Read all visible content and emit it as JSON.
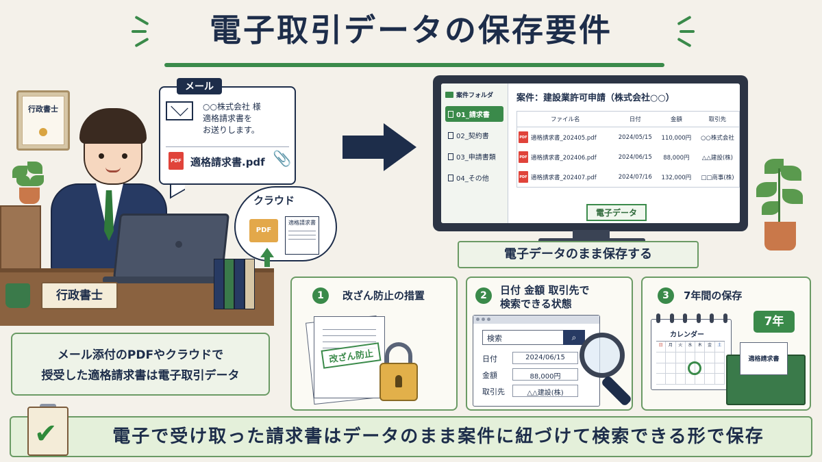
{
  "title": "電子取引データの保存要件",
  "certificate": {
    "label": "行政書士"
  },
  "person": {
    "nameplate": "行政書士"
  },
  "mail": {
    "tag": "メール",
    "body": [
      "○○株式会社 様",
      "適格請求書を",
      "お送りします。"
    ],
    "attachment_badge": "PDF",
    "attachment_name": "適格請求書.pdf"
  },
  "cloud": {
    "label": "クラウド",
    "folder_label": "PDF",
    "doc_label": "適格請求書"
  },
  "screen": {
    "sidebar": {
      "header": "案件フォルダ",
      "items": [
        {
          "label": "01_請求書",
          "active": true
        },
        {
          "label": "02_契約書",
          "active": false
        },
        {
          "label": "03_申請書類",
          "active": false
        },
        {
          "label": "04_その他",
          "active": false
        }
      ]
    },
    "case_title": "案件：建設業許可申請（株式会社○○）",
    "table": {
      "headers": [
        "ファイル名",
        "日付",
        "金額",
        "取引先"
      ],
      "rows": [
        {
          "file": "適格請求書_202405.pdf",
          "date": "2024/05/15",
          "amount": "110,000円",
          "partner": "○○株式会社"
        },
        {
          "file": "適格請求書_202406.pdf",
          "date": "2024/06/15",
          "amount": "88,000円",
          "partner": "△△建設(株)"
        },
        {
          "file": "適格請求書_202407.pdf",
          "date": "2024/07/16",
          "amount": "132,000円",
          "partner": "□□商事(株)"
        }
      ],
      "pdf_badge": "PDF"
    },
    "data_label": "電子データ"
  },
  "save_caption": "電子データのまま保存する",
  "left_note": [
    "メール添付のPDFやクラウドで",
    "授受した適格請求書は電子取引データ"
  ],
  "requirements": [
    {
      "num": "1",
      "title": "改ざん防止の措置",
      "stamp": "改ざん防止"
    },
    {
      "num": "2",
      "title_lines": [
        "日付 金額 取引先で",
        "検索できる状態"
      ],
      "search": {
        "field_label": "検索",
        "button_icon": "search-icon",
        "fields": [
          {
            "label": "日付",
            "value": "2024/06/15"
          },
          {
            "label": "金額",
            "value": "88,000円"
          },
          {
            "label": "取引先",
            "value": "△△建設(株)"
          }
        ]
      }
    },
    {
      "num": "3",
      "title": "7年間の保存",
      "calendar_title": "カレンダー",
      "calendar_days": [
        "日",
        "月",
        "火",
        "水",
        "木",
        "金",
        "土"
      ],
      "box_doc": "適格請求書",
      "badge": "7年"
    }
  ],
  "banner": "電子で受け取った請求書はデータのまま案件に紐づけて検索できる形で保存",
  "colors": {
    "navy": "#1d2d4a",
    "green": "#3a8a4a",
    "pdf_red": "#e0433a",
    "paper": "#f4f1ea"
  }
}
